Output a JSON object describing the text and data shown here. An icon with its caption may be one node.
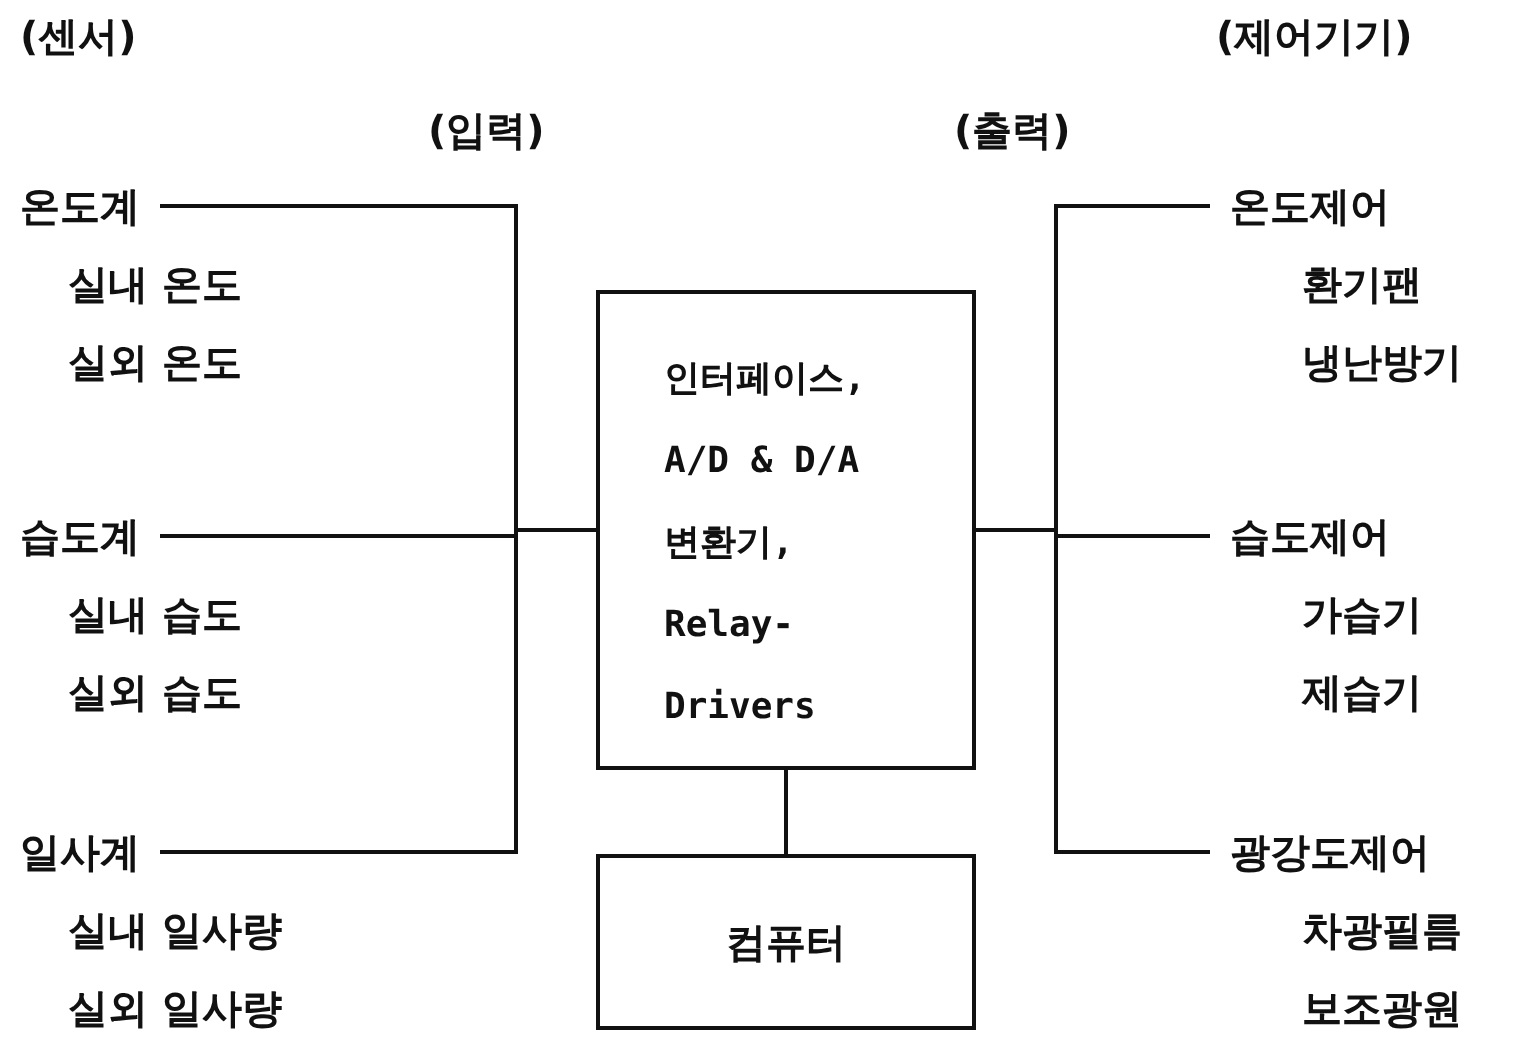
{
  "diagram": {
    "nodes": [
      {
        "text": [
          "온도계"
        ],
        "beside": [
          "실내 온도",
          "실외 온도"
        ]
      },
      {
        "text": [
          "습도계"
        ],
        "beside": [
          "실내 습도",
          "실외 습도"
        ]
      },
      {
        "text": [
          "일사계"
        ],
        "beside": [
          "실내 일사량",
          "실외 일사량"
        ]
      },
      {
        "text": [
          "인터페이스, A/D & D/A 변환기, Relay- Drivers"
        ]
      },
      {
        "text": [
          "컴퓨터"
        ]
      },
      {
        "text": [
          "온도제어"
        ],
        "beside": [
          "환기팬",
          "냉난방기"
        ]
      },
      {
        "text": [
          "습도제어"
        ],
        "beside": [
          "가습기",
          "제습기"
        ]
      },
      {
        "text": [
          "광강도제어"
        ],
        "beside": [
          "차광필름",
          "보조광원"
        ]
      }
    ],
    "edges": [
      {
        "from": 0,
        "to": 3,
        "arrow": "none"
      },
      {
        "from": 1,
        "to": 3,
        "arrow": "none"
      },
      {
        "from": 2,
        "to": 3,
        "arrow": "none"
      },
      {
        "from": 3,
        "to": 5,
        "arrow": "none"
      },
      {
        "from": 3,
        "to": 6,
        "arrow": "none"
      },
      {
        "from": 3,
        "to": 7,
        "arrow": "none"
      },
      {
        "from": 3,
        "to": 4,
        "arrow": "none"
      }
    ],
    "labels": [
      "(센서)",
      "(제어기기)",
      "(입력)",
      "(출력)"
    ]
  }
}
